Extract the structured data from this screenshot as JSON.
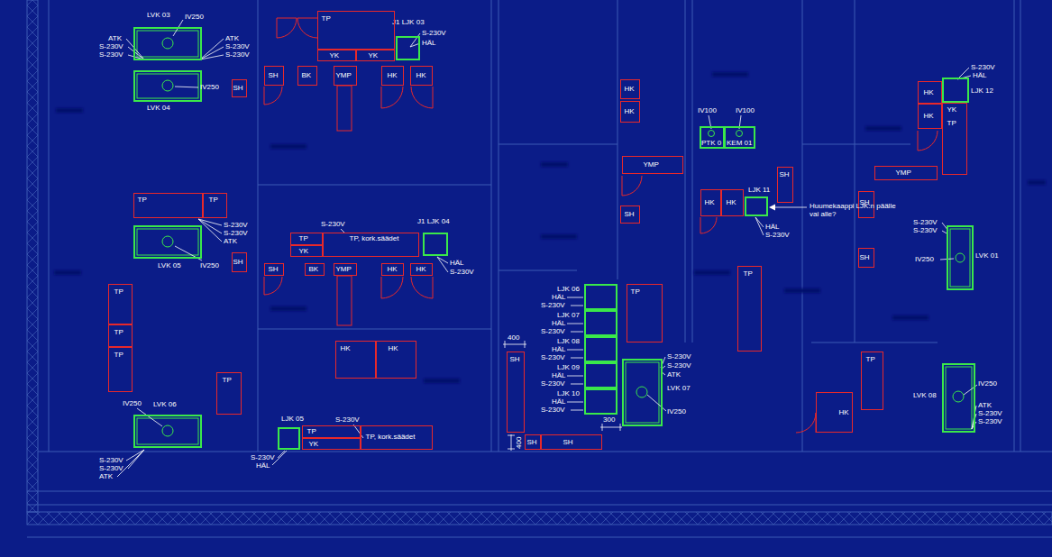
{
  "diagram": {
    "nodes": [
      {
        "text": [
          "LVK 03"
        ]
      },
      {
        "text": [
          "J1 LJK 03"
        ]
      },
      {
        "text": [
          "TP"
        ]
      },
      {
        "text": [
          "YK"
        ]
      },
      {
        "text": [
          "YK"
        ]
      },
      {
        "text": [
          "SH"
        ]
      },
      {
        "text": [
          "BK"
        ]
      },
      {
        "text": [
          "YMP"
        ]
      },
      {
        "text": [
          "HK"
        ]
      },
      {
        "text": [
          "HK"
        ]
      },
      {
        "text": [
          "LVK 04"
        ]
      },
      {
        "text": [
          "SH"
        ]
      },
      {
        "text": [
          "HK"
        ]
      },
      {
        "text": [
          "HK"
        ]
      },
      {
        "text": [
          "LJK 12"
        ]
      },
      {
        "text": [
          "HK"
        ]
      },
      {
        "text": [
          "HK"
        ]
      },
      {
        "text": [
          "YK",
          "TP"
        ]
      },
      {
        "text": [
          "PTK 0"
        ]
      },
      {
        "text": [
          "KEM 01"
        ]
      },
      {
        "text": [
          "YMP"
        ]
      },
      {
        "text": [
          "YMP"
        ]
      },
      {
        "text": [
          "SH"
        ]
      },
      {
        "text": [
          "HK"
        ]
      },
      {
        "text": [
          "HK"
        ]
      },
      {
        "text": [
          "LJK 11"
        ]
      },
      {
        "text": [
          "TP"
        ]
      },
      {
        "text": [
          "TP"
        ]
      },
      {
        "text": [
          "SH"
        ]
      },
      {
        "text": [
          "SH"
        ]
      },
      {
        "text": [
          "TP"
        ]
      },
      {
        "text": [
          "TP, kork.säädet"
        ]
      },
      {
        "text": [
          "J1 LJK 04"
        ]
      },
      {
        "text": [
          "LVK 05"
        ]
      },
      {
        "text": [
          "YK"
        ]
      },
      {
        "text": [
          "SH"
        ]
      },
      {
        "text": [
          "SH"
        ]
      },
      {
        "text": [
          "LVK 01"
        ]
      },
      {
        "text": [
          "SH"
        ]
      },
      {
        "text": [
          "BK"
        ]
      },
      {
        "text": [
          "YMP"
        ]
      },
      {
        "text": [
          "HK"
        ]
      },
      {
        "text": [
          "HK"
        ]
      },
      {
        "text": [
          "TP"
        ]
      },
      {
        "text": [
          "TP"
        ]
      },
      {
        "text": [
          "LJK 06"
        ]
      },
      {
        "text": [
          "LJK 07"
        ]
      },
      {
        "text": [
          "LJK 08"
        ]
      },
      {
        "text": [
          "LJK 09"
        ]
      },
      {
        "text": [
          "LJK 10"
        ]
      },
      {
        "text": [
          "TP"
        ]
      },
      {
        "text": [
          "TP"
        ]
      },
      {
        "text": [
          "HK"
        ]
      },
      {
        "text": [
          "HK"
        ]
      },
      {
        "text": [
          "TP"
        ]
      },
      {
        "text": [
          "SH"
        ]
      },
      {
        "text": [
          "TP"
        ]
      },
      {
        "text": [
          "LVK 07"
        ]
      },
      {
        "text": [
          "LVK 08"
        ]
      },
      {
        "text": [
          "TP"
        ]
      },
      {
        "text": [
          "HK"
        ]
      },
      {
        "text": [
          "LVK 06"
        ]
      },
      {
        "text": [
          "LJK 05"
        ]
      },
      {
        "text": [
          "TP"
        ]
      },
      {
        "text": [
          "YK"
        ]
      },
      {
        "text": [
          "TP, kork.säädet"
        ]
      },
      {
        "text": [
          "SH"
        ]
      },
      {
        "text": [
          "SH"
        ]
      }
    ],
    "labels": [
      "IV250",
      "ATK",
      "S-230V",
      "S-230V",
      "ATK",
      "S-230V",
      "S-230V",
      "S-230V",
      "HÄL",
      "IV250",
      "IV100",
      "IV100",
      "S-230V",
      "HÄL",
      "Huumekaappi LJK:n päälle vai alle?",
      "S-230V",
      "S-230V",
      "ATK",
      "S-230V",
      "HÄL",
      "S-230V",
      "S-230V",
      "S-230V",
      "HÄL",
      "S-230V",
      "IV250",
      "IV250",
      "HÄL",
      "S-230V",
      "HÄL",
      "S-230V",
      "HÄL",
      "S-230V",
      "HÄL",
      "S-230V",
      "HÄL",
      "S-230V",
      "400",
      "S-230V",
      "S-230V",
      "ATK",
      "IV250",
      "ATK",
      "S-230V",
      "S-230V",
      "IV250",
      "IV250",
      "S-230V",
      "300",
      "400",
      "S-230V",
      "HÄL",
      "S-230V",
      "S-230V",
      "ATK"
    ]
  }
}
